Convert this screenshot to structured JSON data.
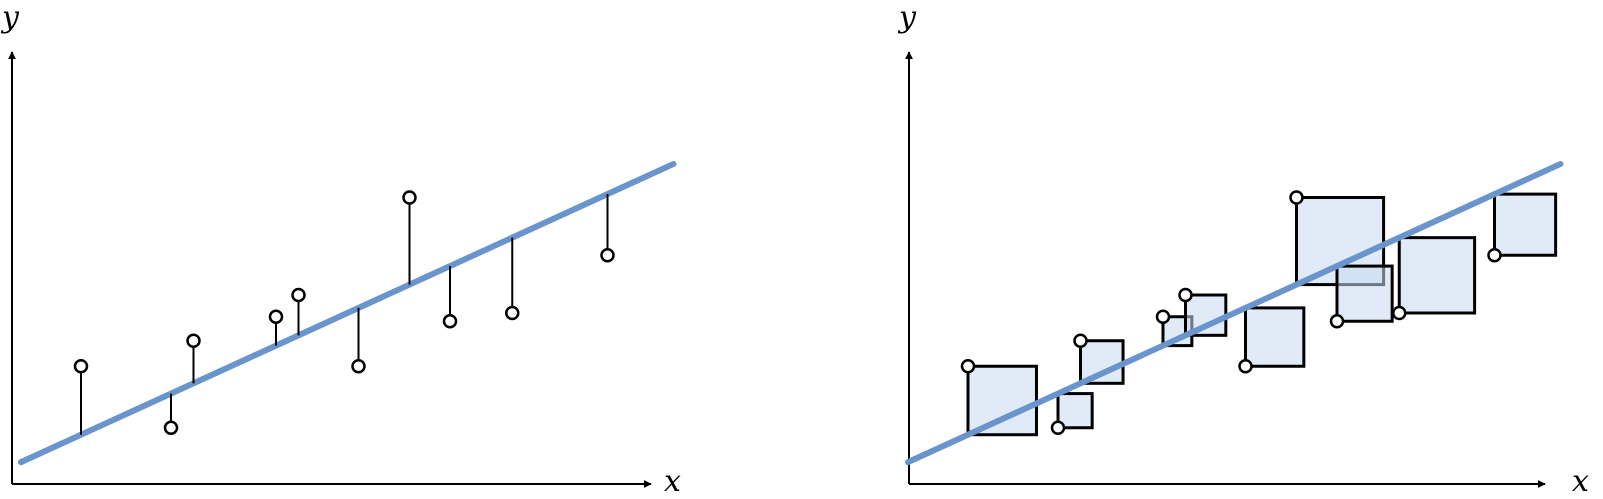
{
  "left_panel": {
    "x_axis_label": "x",
    "y_axis_label": "y",
    "line": {
      "intercept": 0.2,
      "slope": 0.457
    },
    "points": [
      {
        "x": 1.0,
        "y": 1.57
      },
      {
        "x": 2.2,
        "y": 0.75
      },
      {
        "x": 2.5,
        "y": 1.91
      },
      {
        "x": 3.6,
        "y": 2.23
      },
      {
        "x": 3.9,
        "y": 2.52
      },
      {
        "x": 4.7,
        "y": 1.57
      },
      {
        "x": 5.38,
        "y": 3.82
      },
      {
        "x": 5.92,
        "y": 2.17
      },
      {
        "x": 6.75,
        "y": 2.28
      },
      {
        "x": 8.02,
        "y": 3.05
      }
    ]
  },
  "right_panel": {
    "x_axis_label": "x",
    "y_axis_label": "y",
    "line": {
      "intercept": 0.2,
      "slope": 0.457
    },
    "points": [
      {
        "x": 1.0,
        "y": 1.57
      },
      {
        "x": 2.2,
        "y": 0.75
      },
      {
        "x": 2.5,
        "y": 1.91
      },
      {
        "x": 3.6,
        "y": 2.23
      },
      {
        "x": 3.9,
        "y": 2.52
      },
      {
        "x": 4.7,
        "y": 1.57
      },
      {
        "x": 5.38,
        "y": 3.82
      },
      {
        "x": 5.92,
        "y": 2.17
      },
      {
        "x": 6.75,
        "y": 2.28
      },
      {
        "x": 8.02,
        "y": 3.05
      }
    ]
  }
}
